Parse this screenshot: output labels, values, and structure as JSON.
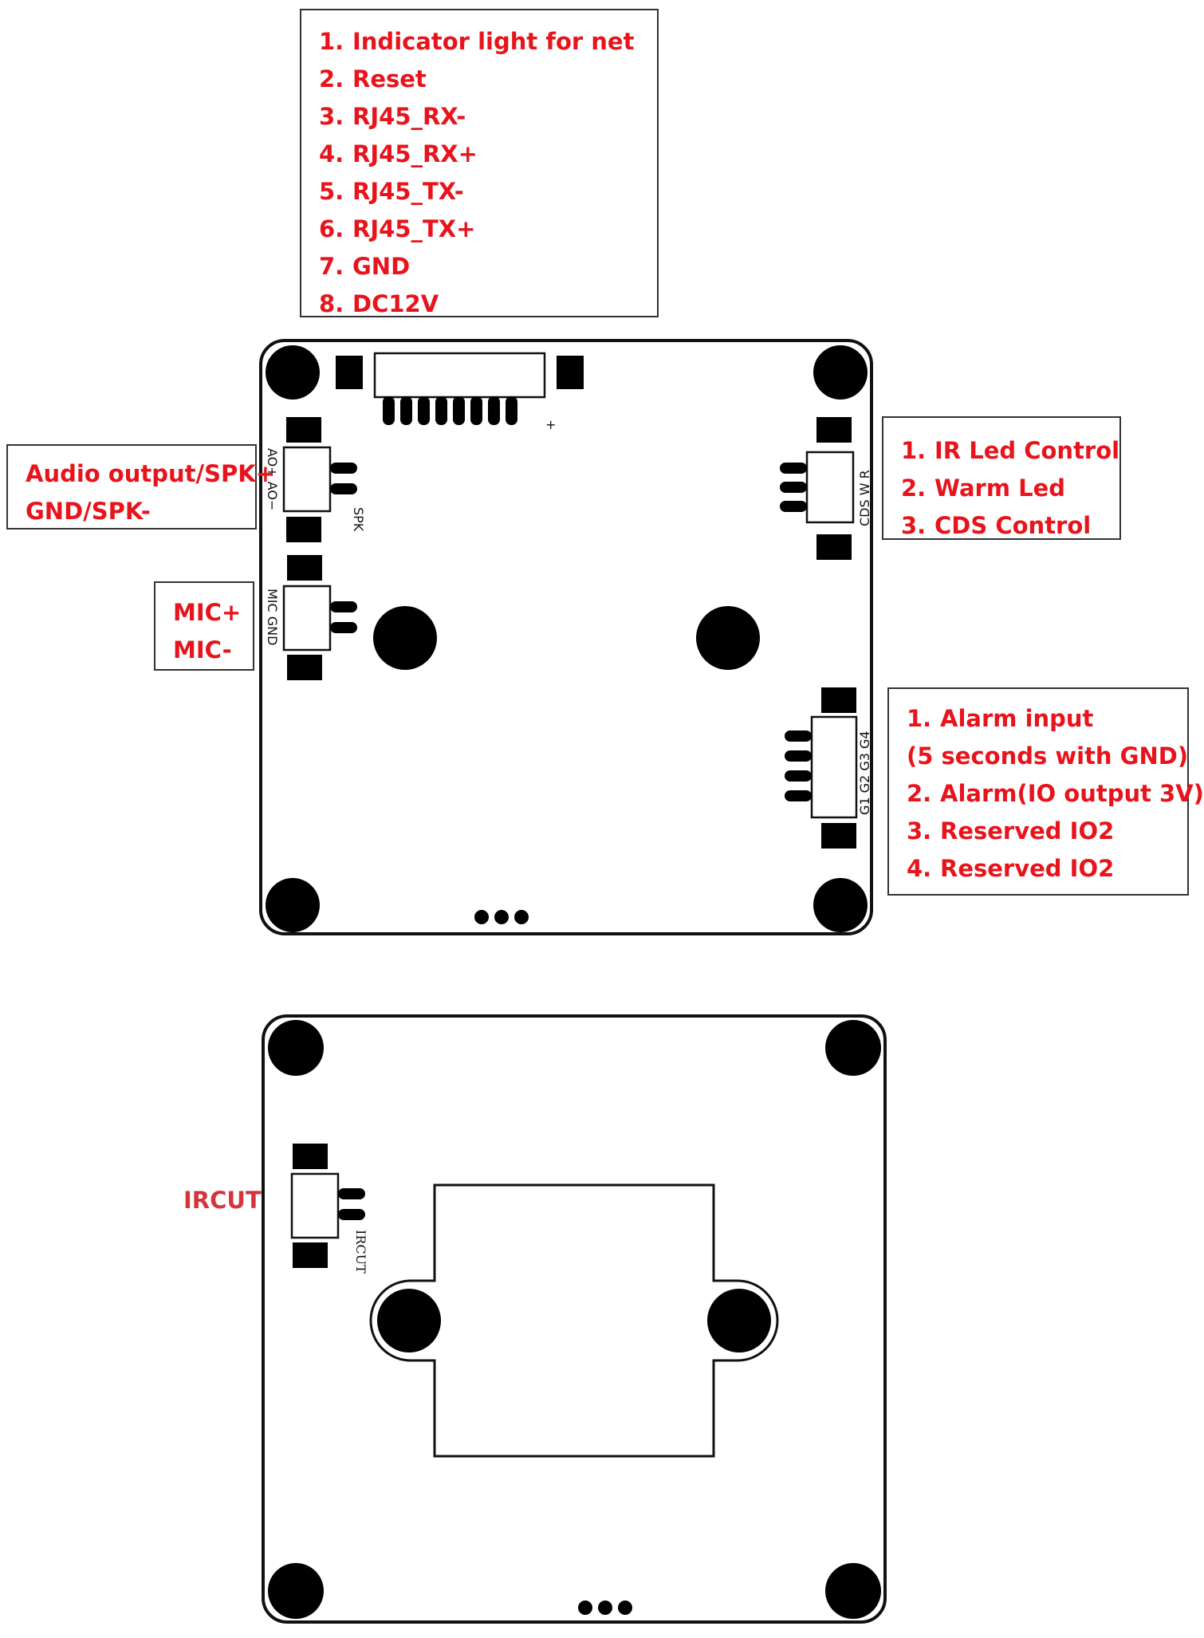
{
  "top_callout": {
    "items": [
      {
        "num": "1.",
        "label": "Indicator light for net"
      },
      {
        "num": "2.",
        "label": "Reset"
      },
      {
        "num": "3.",
        "label": "RJ45_RX-"
      },
      {
        "num": "4.",
        "label": "RJ45_RX+"
      },
      {
        "num": "5.",
        "label": "RJ45_TX-"
      },
      {
        "num": "6.",
        "label": "RJ45_TX+"
      },
      {
        "num": "7.",
        "label": "GND"
      },
      {
        "num": "8.",
        "label": "DC12V"
      }
    ]
  },
  "audio_callout": {
    "line1": "Audio output/SPK+",
    "line2": "GND/SPK-"
  },
  "mic_callout": {
    "line1": "MIC+",
    "line2": "MIC-"
  },
  "led_callout": {
    "items": [
      {
        "num": "1.",
        "label": "IR Led Control"
      },
      {
        "num": "2.",
        "label": "Warm Led"
      },
      {
        "num": "3.",
        "label": "CDS Control"
      }
    ]
  },
  "alarm_callout": {
    "item1_num": "1.",
    "item1_label": "Alarm input",
    "item1_sub": "(5 seconds with GND)",
    "item2_num": "2.",
    "item2_label": "Alarm(IO output 3V)",
    "item3_num": "3.",
    "item3_label": "Reserved IO2",
    "item4_num": "4.",
    "item4_label": "Reserved IO2"
  },
  "pcb_labels": {
    "ao": "AO+  AO−",
    "spk": "SPK",
    "mic": "MIC  GND",
    "cds": "CDS  W  R",
    "g": "G1  G2  G3  G4",
    "ircut": "IRCUT",
    "plus": "+"
  },
  "ircut_label": "IRCUT",
  "colors": {
    "label_red": "#e8141c",
    "ircut_red": "#d4343c",
    "line": "#111111"
  }
}
